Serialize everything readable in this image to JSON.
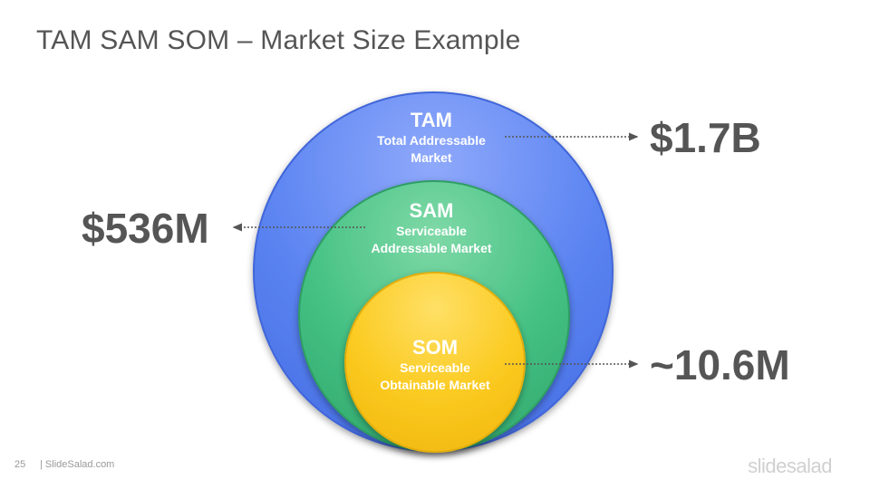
{
  "slide": {
    "title": "TAM SAM SOM – Market Size Example"
  },
  "levels": [
    {
      "id": "tam",
      "abbr": "TAM",
      "desc_line1": "Total Addressable",
      "desc_line2": "Market",
      "value": "$1.7B",
      "color": "#4F7CEF"
    },
    {
      "id": "sam",
      "abbr": "SAM",
      "desc_line1": "Serviceable",
      "desc_line2": "Addressable Market",
      "value": "$536M",
      "color": "#3DBB7C"
    },
    {
      "id": "som",
      "abbr": "SOM",
      "desc_line1": "Serviceable",
      "desc_line2": "Obtainable Market",
      "value": "~10.6M",
      "color": "#F9C81E"
    }
  ],
  "footer": {
    "page_number": "25",
    "brand_text": "| SlideSalad.com",
    "logo": "slidesalad"
  }
}
